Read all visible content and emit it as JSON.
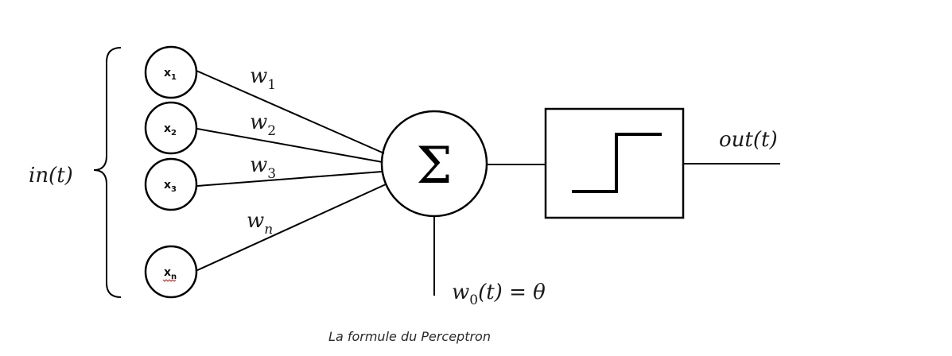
{
  "input_group_label": "in(t)",
  "inputs": [
    {
      "node": "x",
      "node_sub": "1",
      "weight": "w",
      "weight_sub": "1"
    },
    {
      "node": "x",
      "node_sub": "2",
      "weight": "w",
      "weight_sub": "2"
    },
    {
      "node": "x",
      "node_sub": "3",
      "weight": "w",
      "weight_sub": "3"
    },
    {
      "node": "x",
      "node_sub": "n",
      "weight": "w",
      "weight_sub": "n"
    }
  ],
  "summation_symbol": "Σ",
  "bias_label": {
    "w": "w",
    "sub": "0",
    "rest": "(t) =  θ"
  },
  "output_label": "out(t)",
  "caption": "La formule du Perceptron"
}
